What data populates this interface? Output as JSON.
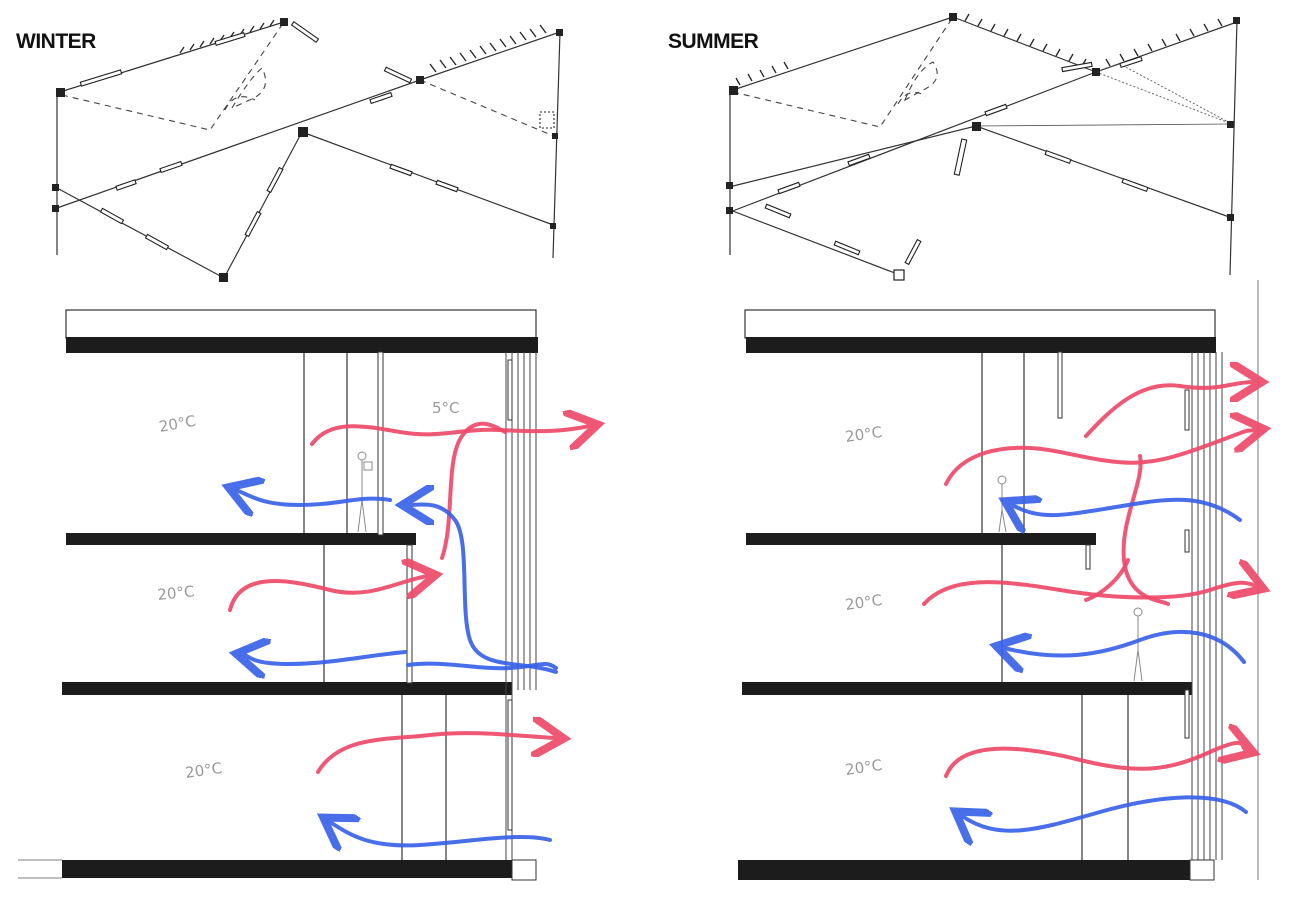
{
  "panels": [
    {
      "title": "WINTER"
    },
    {
      "title": "SUMMER"
    }
  ],
  "winter": {
    "labels": {
      "top_floor_interior": "20°C",
      "top_floor_buffer": "5°C",
      "middle_floor": "20°C",
      "ground_floor": "20°C"
    }
  },
  "summer": {
    "labels": {
      "top_floor": "20°C",
      "middle_floor": "20°C",
      "ground_floor": "20°C"
    }
  },
  "colors": {
    "warm_air": "#ee4a6a",
    "cool_air": "#3a62e8",
    "slab": "#1c1c1c"
  }
}
